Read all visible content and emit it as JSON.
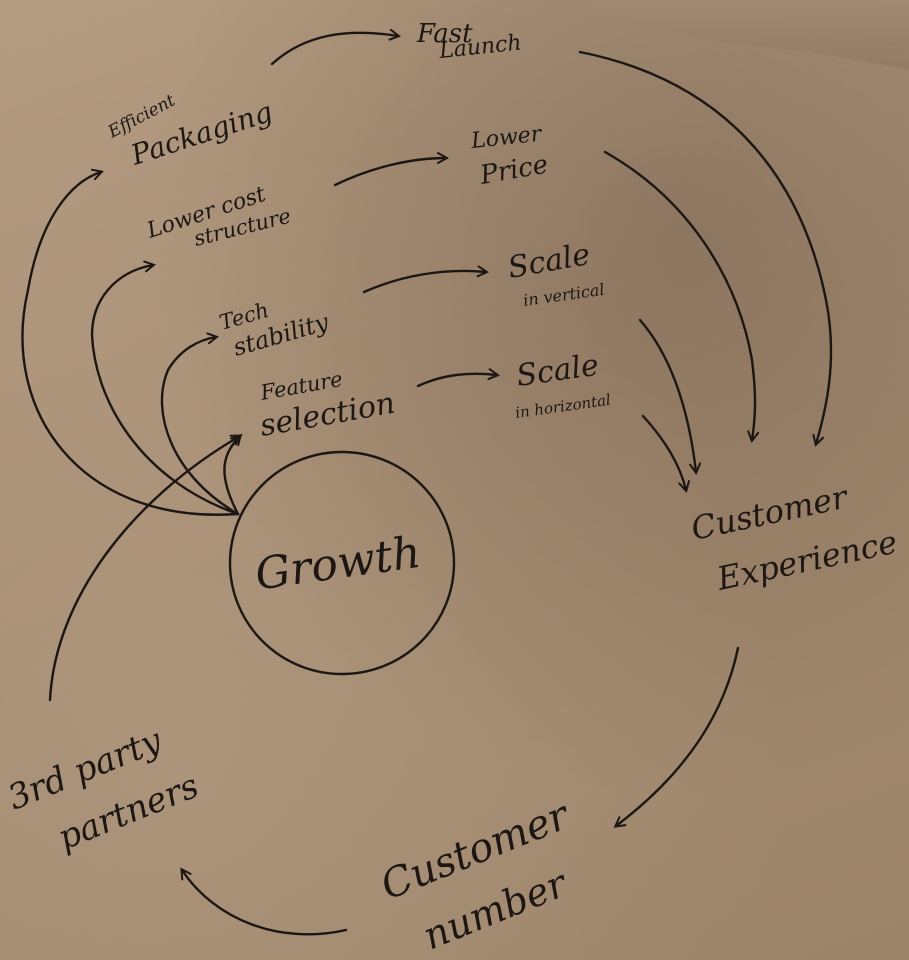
{
  "center": {
    "label": "Growth"
  },
  "nodes": {
    "efficient_packaging_1": "Efficient",
    "efficient_packaging_2": "Packaging",
    "fast_launch_1": "Fast",
    "fast_launch_2": "Launch",
    "lower_cost_1": "Lower cost",
    "lower_cost_2": "structure",
    "lower_price_1": "Lower",
    "lower_price_2": "Price",
    "tech_stability_1": "Tech",
    "tech_stability_2": "stability",
    "scale_vertical_1": "Scale",
    "scale_vertical_2": "in vertical",
    "feature_selection_1": "Feature",
    "feature_selection_2": "selection",
    "scale_horizontal_1": "Scale",
    "scale_horizontal_2": "in horizontal",
    "customer_experience_1": "Customer",
    "customer_experience_2": "Experience",
    "customer_number_1": "Customer",
    "customer_number_2": "number",
    "partners_1": "3rd party",
    "partners_2": "partners"
  },
  "colors": {
    "ink": "#1c1714",
    "paper": "#a89077"
  }
}
